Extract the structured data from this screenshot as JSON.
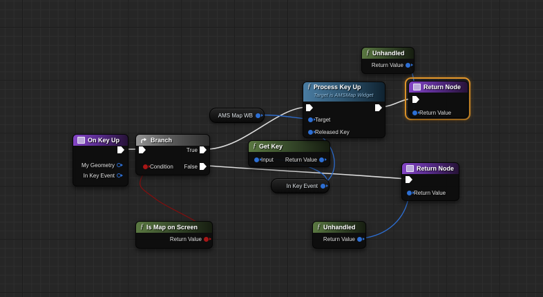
{
  "graph": {
    "nodes": {
      "on_key_up": {
        "title": "On Key Up",
        "my_geometry": "My Geometry",
        "in_key_event": "In Key Event"
      },
      "branch": {
        "title": "Branch",
        "condition": "Condition",
        "true_label": "True",
        "false_label": "False"
      },
      "get_key": {
        "title": "Get Key",
        "input": "Input",
        "return_value": "Return Value"
      },
      "ams_map_wb": {
        "label": "AMS Map WB"
      },
      "in_key_event_var": {
        "label": "In Key Event"
      },
      "process_key_up": {
        "title": "Process Key Up",
        "subtitle": "Target is AMSMap Widget",
        "target": "Target",
        "released_key": "Released Key"
      },
      "return_node_top": {
        "title": "Return Node",
        "return_value": "Return Value"
      },
      "unhandled_top": {
        "title": "Unhandled",
        "return_value": "Return Value"
      },
      "return_node_bottom": {
        "title": "Return Node",
        "return_value": "Return Value"
      },
      "unhandled_bottom": {
        "title": "Unhandled",
        "return_value": "Return Value"
      },
      "is_map_on_screen": {
        "title": "Is Map on Screen",
        "return_value": "Return Value"
      }
    },
    "colors": {
      "selection_outline": "#e89a2b",
      "exec_wire": "#dedede",
      "object_wire": "#2d6fd4",
      "bool_wire": "#7e0f0f",
      "event_header": "#8445c6",
      "function_header": "#5a7841",
      "branch_header": "#949494",
      "process_header": "#4a7ca2"
    }
  }
}
